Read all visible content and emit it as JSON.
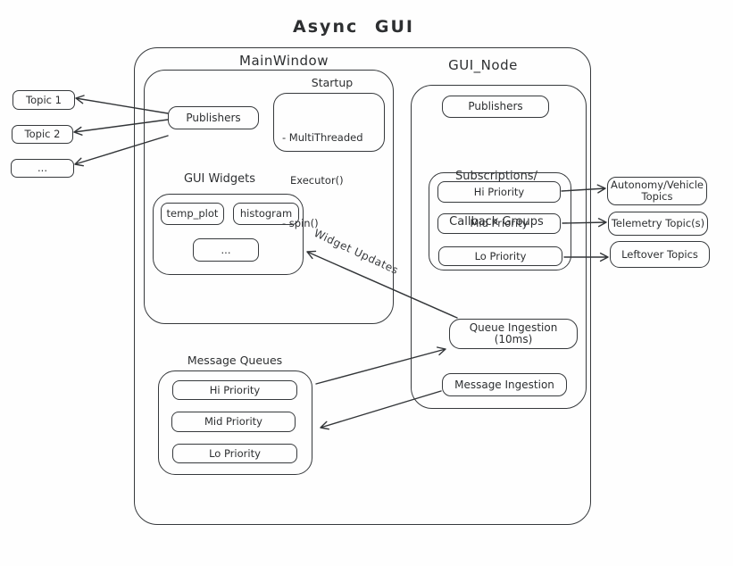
{
  "title": "Async GUI",
  "widget_updates_label": "Widget Updates",
  "left_topics": [
    "Topic 1",
    "Topic 2",
    "..."
  ],
  "main_window": {
    "label": "MainWindow",
    "publishers": "Publishers",
    "startup": {
      "label": "Startup",
      "lines": [
        "- MultiThreaded",
        "Executor()",
        "- spin()"
      ]
    },
    "gui_widgets": {
      "label": "GUI Widgets",
      "widgets": [
        "temp_plot",
        "histogram",
        "..."
      ]
    }
  },
  "gui_node": {
    "label": "GUI_Node",
    "publishers": "Publishers",
    "subscriptions": {
      "label_lines": [
        "Subscriptions/",
        "Callback Groups"
      ],
      "groups": [
        "Hi Priority",
        "Mid Priority",
        "Lo Priority"
      ]
    },
    "queue_ingestion": "Queue Ingestion (10ms)",
    "message_ingestion": "Message Ingestion"
  },
  "right_topics": [
    "Autonomy/Vehicle Topics",
    "Telemetry Topic(s)",
    "Leftover Topics"
  ],
  "message_queues": {
    "label": "Message Queues",
    "queues": [
      "Hi Priority",
      "Mid Priority",
      "Lo Priority"
    ]
  }
}
